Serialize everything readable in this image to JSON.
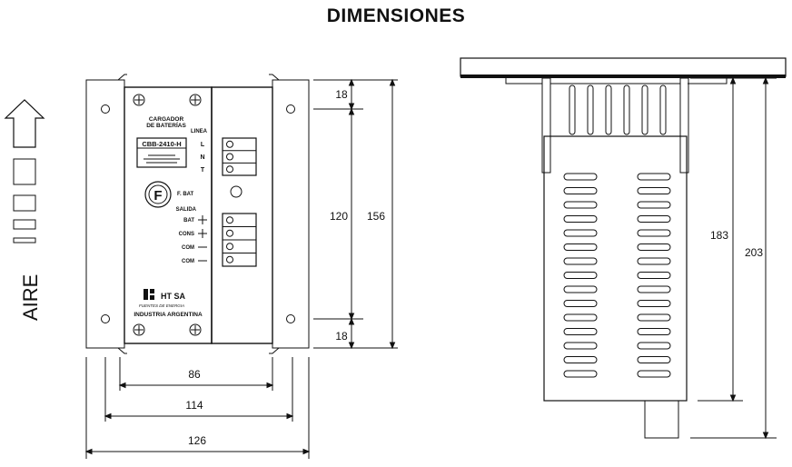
{
  "title": "DIMENSIONES",
  "airflow_label": "AIRE",
  "front_panel": {
    "heading_line1": "CARGADOR",
    "heading_line2": "DE BATERÍAS",
    "model": "CBB-2410-H",
    "linea_label": "LINEA",
    "linea_terminals": [
      "L",
      "N",
      "T"
    ],
    "fuse_symbol": "F",
    "fuse_label": "F. BAT",
    "salida_label": "SALIDA",
    "salida_terminals": [
      "BAT",
      "CONS",
      "COM",
      "COM"
    ],
    "brand": "HT SA",
    "brand_sub": "FUENTES DE ENERGIA",
    "origin": "INDUSTRIA ARGENTINA"
  },
  "dimensions": {
    "front_width_inner": "86",
    "front_width_mid": "114",
    "front_width_total": "126",
    "top_margin": "18",
    "hole_spacing": "120",
    "front_height_total": "156",
    "bottom_margin": "18",
    "side_depth_body": "183",
    "side_depth_total": "203"
  }
}
